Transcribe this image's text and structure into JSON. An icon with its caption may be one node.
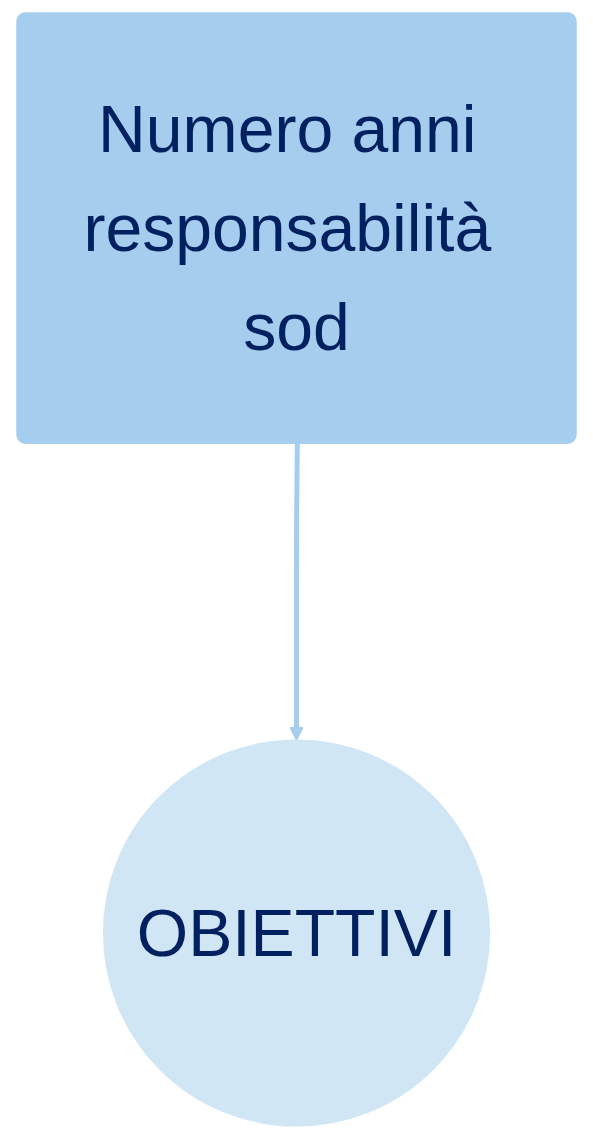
{
  "diagram": {
    "nodes": [
      {
        "text": [
          "Numero anni responsabilità sod"
        ]
      },
      {
        "text": [
          "OBIETTIVI"
        ]
      }
    ],
    "edges": [
      {
        "from": 0,
        "to": 1,
        "arrow": "to"
      }
    ]
  }
}
